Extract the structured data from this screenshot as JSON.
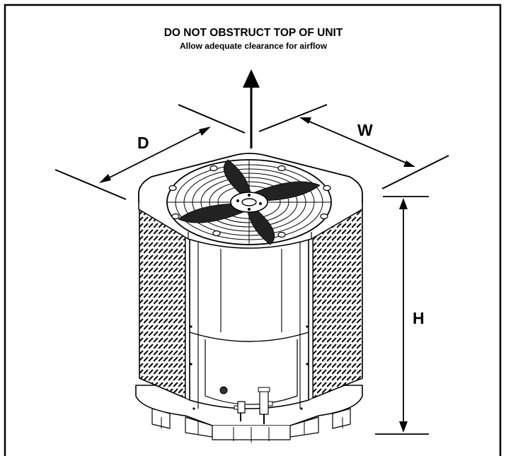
{
  "heading": {
    "title": "DO NOT OBSTRUCT TOP OF UNIT",
    "subtitle": "Allow adequate clearance for airflow"
  },
  "dimensions": {
    "depth_label": "D",
    "width_label": "W",
    "height_label": "H"
  },
  "colors": {
    "line": "#000000",
    "background": "#ffffff",
    "grille": "#555555"
  }
}
